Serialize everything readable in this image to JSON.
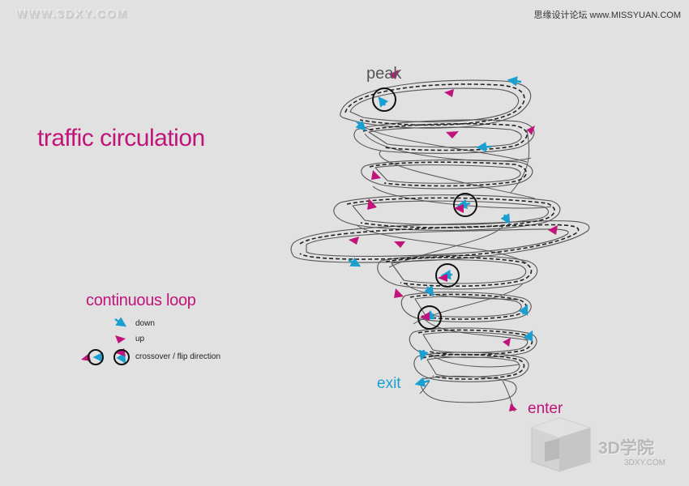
{
  "watermark": {
    "top_left": "WWW.3DXY.COM",
    "top_right": "思缘设计论坛 www.MISSYUAN.COM",
    "logo_text": "3D学院",
    "logo_sub": "3DXY.COM"
  },
  "diagram": {
    "title": "traffic circulation",
    "labels": {
      "peak": "peak",
      "exit": "exit",
      "enter": "enter"
    },
    "legend": {
      "title": "continuous loop",
      "items": [
        {
          "label": "down",
          "color": "#1a9fd1"
        },
        {
          "label": "up",
          "color": "#c0147a"
        },
        {
          "label": "crossover / flip direction"
        }
      ]
    },
    "colors": {
      "down": "#1a9fd1",
      "up": "#c0147a",
      "track": "#4a4a4a",
      "accent": "#c0147a"
    }
  }
}
